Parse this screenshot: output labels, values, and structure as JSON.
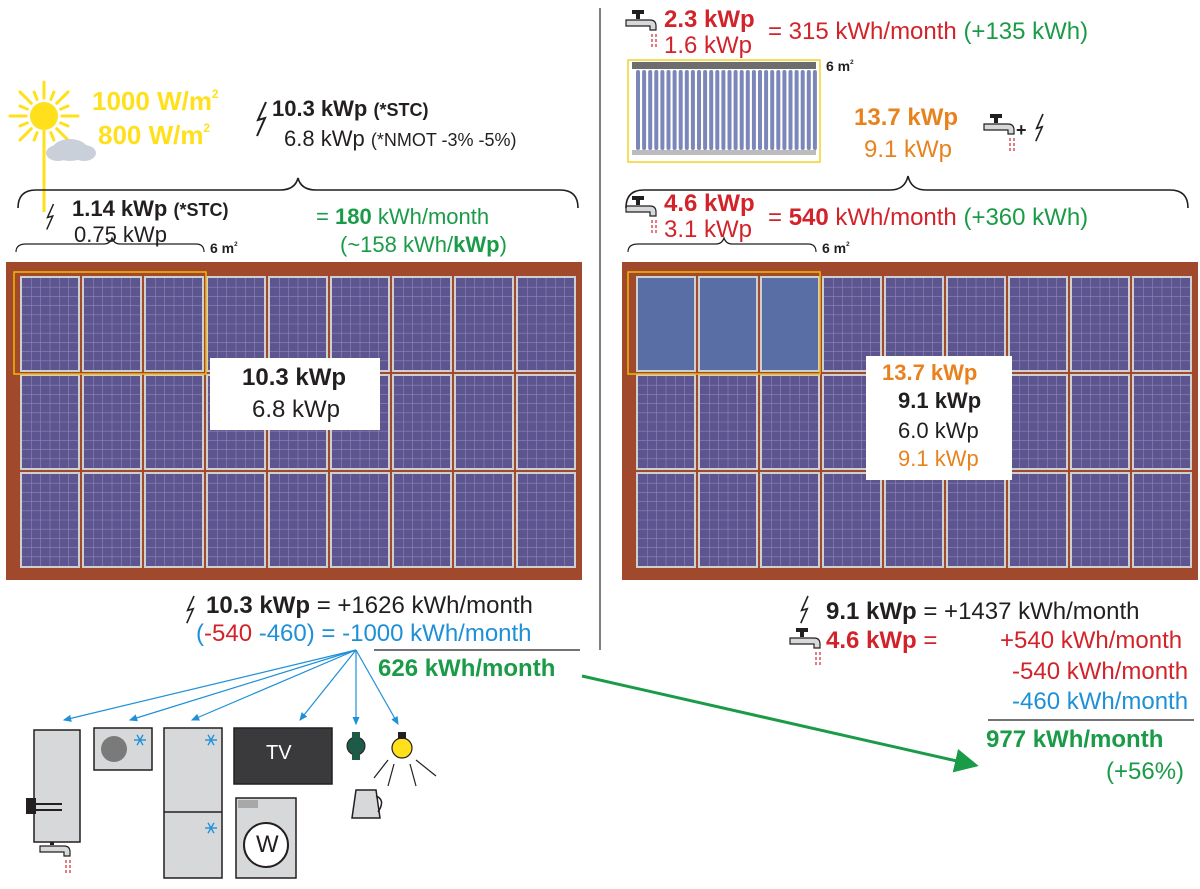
{
  "colors": {
    "roof": "#a0492c",
    "panel": "#5c5590",
    "panel_grid": "#8c88b6",
    "panel_frame": "#cfcfd0",
    "thermal_panel": "#596ea4",
    "highlight": "#f5b700",
    "collector_tube": "#7b87b8",
    "red": "#d2232a",
    "green": "#1a9b47",
    "orange": "#e8821e",
    "blue": "#1e90d8",
    "yellow": "#ffe01a"
  },
  "left": {
    "irradiance_stc": "1000 W/m",
    "irradiance_noct": "800 W/m",
    "exp_2": "2",
    "total_stc_value": "10.3 kWp",
    "total_stc_note": "(*STC)",
    "total_nmot_value": "6.8 kWp",
    "total_nmot_note": "(*NMOT -3% -5%)",
    "group_stc_value": "1.14 kWp",
    "group_stc_note": "(*STC)",
    "group_nmot_value": "0.75 kWp",
    "group_area": "6 m",
    "yield_eq": "=",
    "yield_num": "180",
    "yield_unit": "kWh/month",
    "yield_per_kwp_open": "(~158 kWh/",
    "yield_per_kwp_unit": "kWp",
    "yield_per_kwp_close": ")",
    "roof_label_stc": "10.3 kWp",
    "roof_label_nmot": "6.8 kWp",
    "sum_kwp": "10.3 kWp",
    "sum_eq": "= +1626 kWh/month",
    "cons_open": "(",
    "cons_a": "-540",
    "cons_b": "-460",
    "cons_close": ") = -1000 kWh/month",
    "net": "626 kWh/month",
    "appliance_tv": "TV",
    "appliance_w": "W"
  },
  "right": {
    "collector_stc": "2.3 kWp",
    "collector_nmot": "1.6 kWp",
    "collector_yield": "= 315 kWh/month",
    "collector_delta": "(+135 kWh)",
    "collector_area": "6 m",
    "combined_stc": "13.7 kWp",
    "combined_nmot": "9.1 kWp",
    "combined_plus": "+",
    "pvt_stc": "4.6 kWp",
    "pvt_nmot": "3.1 kWp",
    "pvt_yield_eq": "=",
    "pvt_yield_num": "540",
    "pvt_yield_unit": "kWh/month",
    "pvt_delta": "(+360 kWh)",
    "pvt_area": "6 m",
    "exp_2": "2",
    "roof_total": "13.7 kWp",
    "roof_pv_stc": "9.1 kWp",
    "roof_pv_nmot": "6.0 kWp",
    "roof_thermal": "9.1 kWp",
    "sum_pv_kwp": "9.1 kWp",
    "sum_pv_eq": "= +1437 kWh/month",
    "sum_th_kwp": "4.6 kWp",
    "sum_th_eq": "=",
    "sum_th_plus": "+540 kWh/month",
    "sum_th_minus": "-540 kWh/month",
    "sum_minus_460": "-460 kWh/month",
    "net": "977 kWh/month",
    "gain": "(+56%)"
  }
}
